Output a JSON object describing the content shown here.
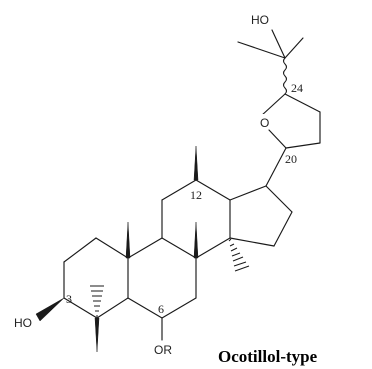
{
  "molecule": {
    "atom_labels": {
      "side_chain_hydroxyl": "HO",
      "ring_oxygen": "O",
      "c3_hydroxyl": "HO",
      "c6_substituent": "OR"
    },
    "locants": {
      "c3": "3",
      "c6": "6",
      "c12": "12",
      "c20": "20",
      "c24": "24"
    }
  },
  "caption": "Ocotillol-type"
}
